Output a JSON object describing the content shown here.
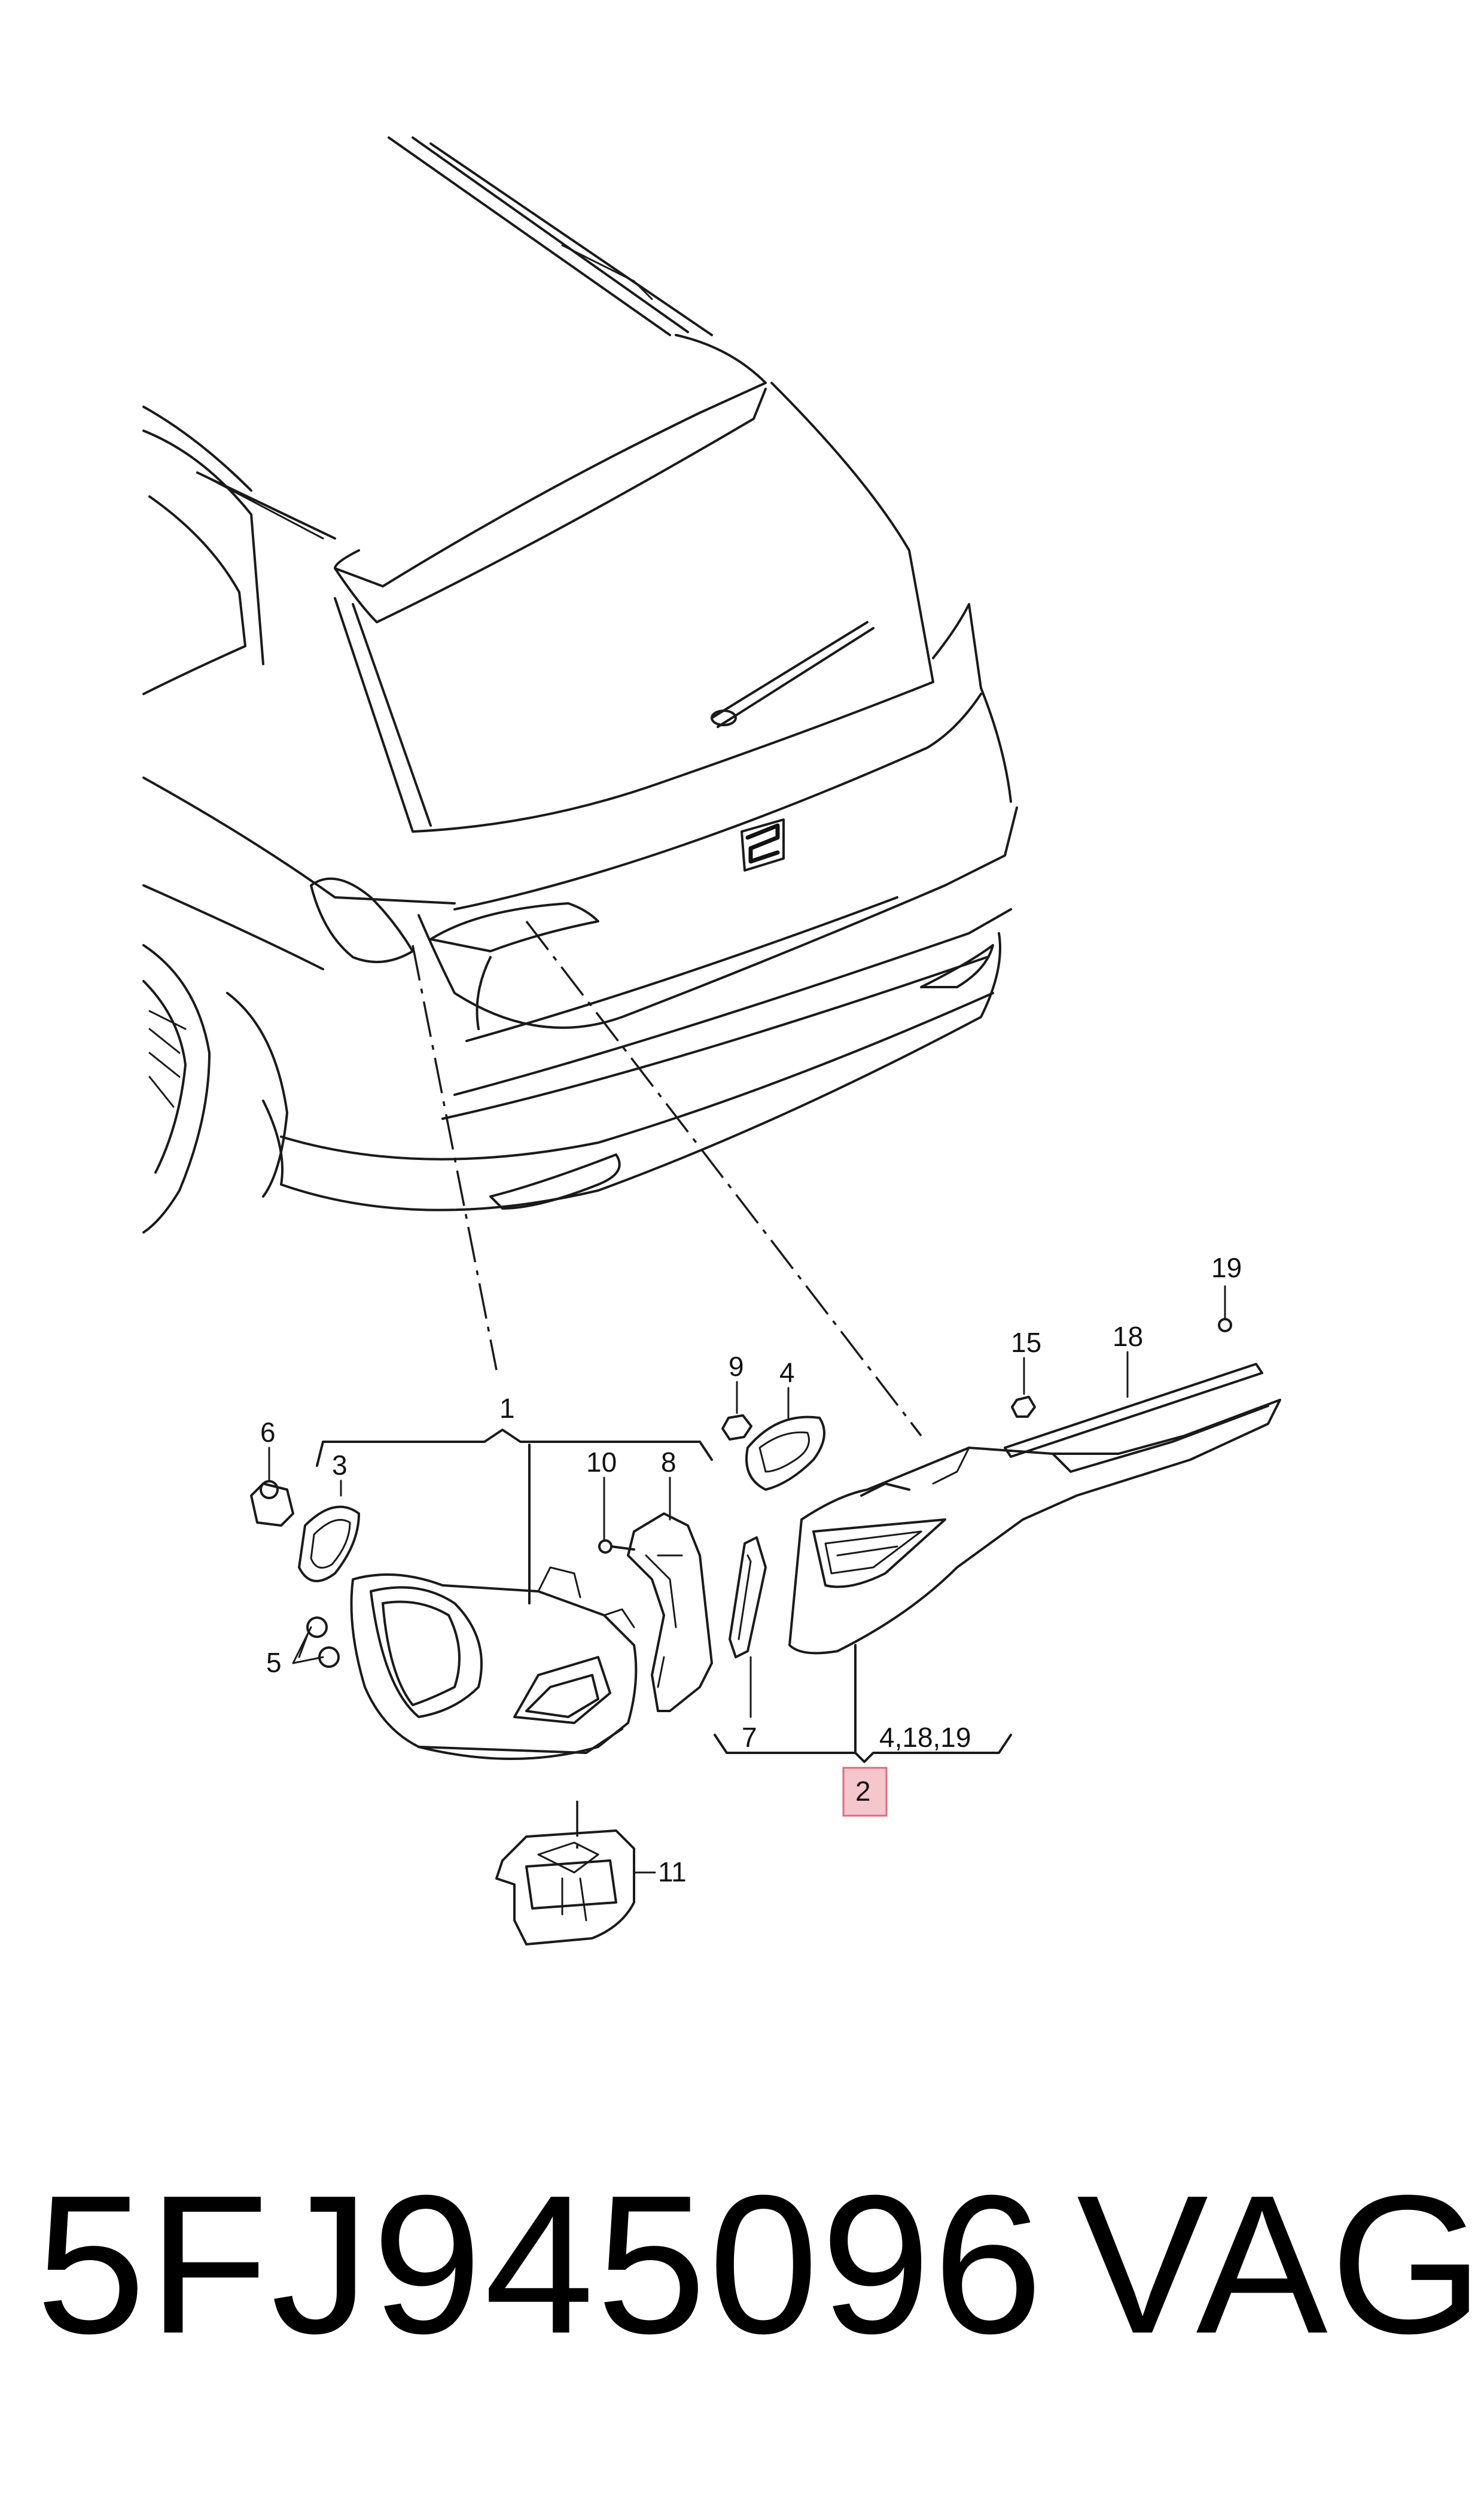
{
  "callouts": {
    "c1": "1",
    "c2": "2",
    "c3": "3",
    "c4": "4",
    "c5": "5",
    "c6": "6",
    "c7": "7",
    "c8": "8",
    "c9": "9",
    "c10": "10",
    "c11": "11",
    "c15": "15",
    "c18": "18",
    "c19": "19",
    "c_group": "4,18,19"
  },
  "highlight_color": "#f5c6cb",
  "caption": {
    "part_number": "5FJ945096",
    "manufacturer": "VAG"
  }
}
